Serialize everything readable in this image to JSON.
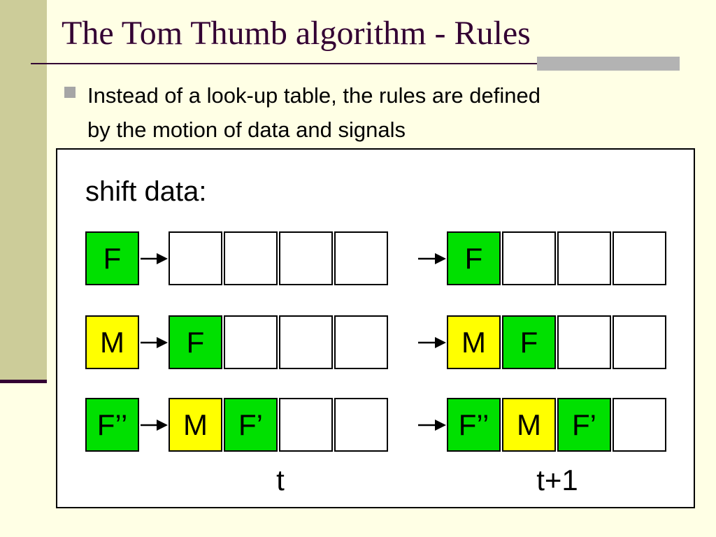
{
  "title": "The Tom Thumb algorithm - Rules",
  "bullet": {
    "line1": "Instead of a look-up table, the rules are defined",
    "line2": "by the motion of data and signals"
  },
  "diagram": {
    "heading": "shift data:",
    "time_before": "t",
    "time_after": "t+1",
    "rows": [
      {
        "input": "F",
        "before": [
          "",
          "",
          "",
          ""
        ],
        "after": [
          "F",
          "",
          "",
          ""
        ]
      },
      {
        "input": "M",
        "before": [
          "F",
          "",
          "",
          ""
        ],
        "after": [
          "M",
          "F",
          "",
          ""
        ]
      },
      {
        "input": "F’’",
        "before": [
          "M",
          "F’",
          "",
          ""
        ],
        "after": [
          "F’’",
          "M",
          "F’",
          ""
        ]
      }
    ]
  },
  "colors": {
    "F": "#00E000",
    "M": "#FFFF00",
    "empty": "#FFFFFF",
    "title": "#330033"
  }
}
